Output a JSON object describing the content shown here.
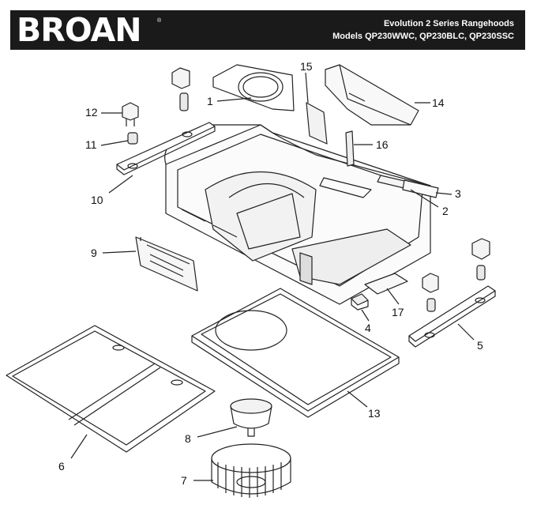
{
  "header": {
    "brand": "BROAN",
    "registered": "®",
    "title_line1": "Evolution 2 Series Rangehoods",
    "title_line2": "Models QP230WWC, QP230BLC, QP230SSC"
  },
  "callouts": [
    "1",
    "2",
    "3",
    "4",
    "5",
    "6",
    "7",
    "8",
    "9",
    "10",
    "11",
    "12",
    "13",
    "14",
    "15",
    "16",
    "17"
  ]
}
